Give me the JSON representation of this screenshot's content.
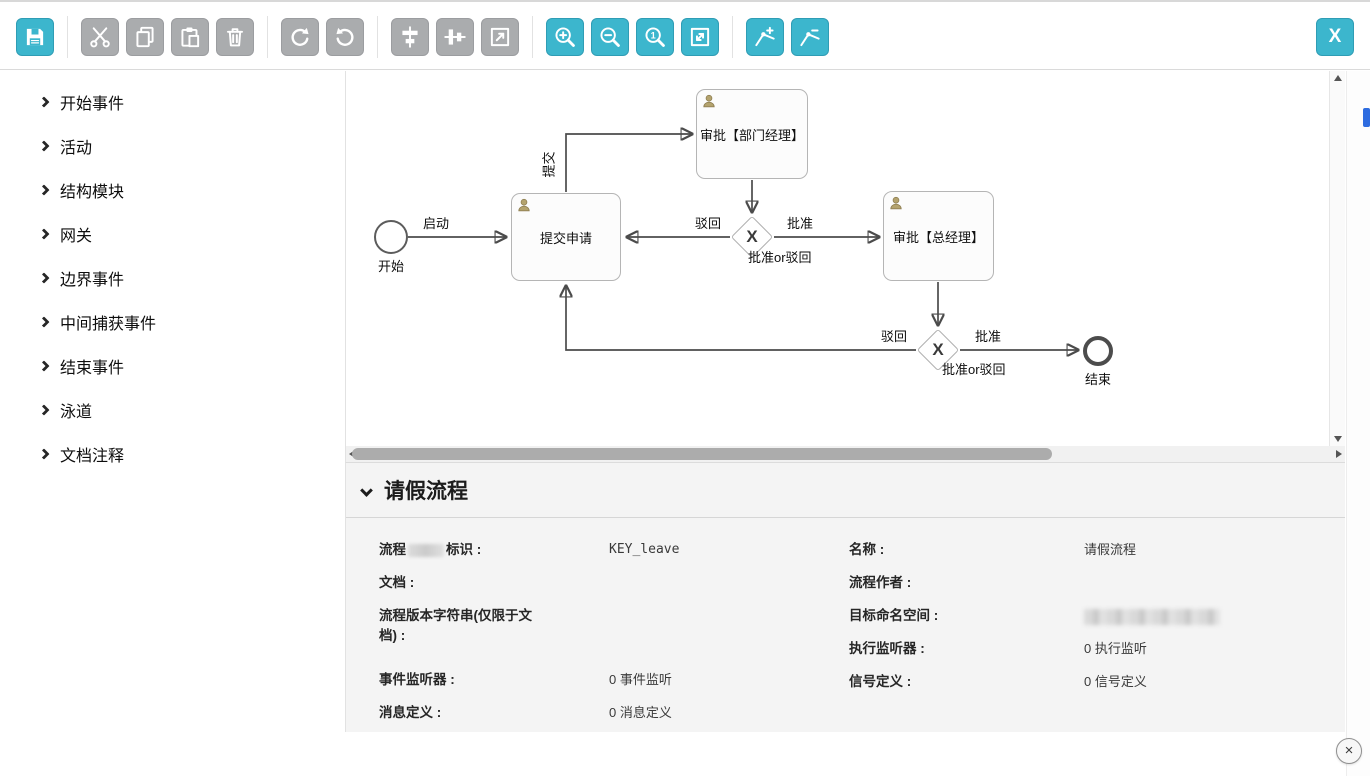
{
  "toolbar": {
    "buttons": [
      {
        "name": "save",
        "enabled": true
      },
      {
        "name": "cut",
        "enabled": false
      },
      {
        "name": "copy",
        "enabled": false
      },
      {
        "name": "paste",
        "enabled": false
      },
      {
        "name": "delete",
        "enabled": false
      },
      {
        "name": "redo",
        "enabled": false
      },
      {
        "name": "undo",
        "enabled": false
      },
      {
        "name": "align-vertical",
        "enabled": false
      },
      {
        "name": "align-horizontal",
        "enabled": false
      },
      {
        "name": "same-size",
        "enabled": false
      },
      {
        "name": "zoom-in",
        "enabled": true
      },
      {
        "name": "zoom-out",
        "enabled": true
      },
      {
        "name": "zoom-actual",
        "enabled": true
      },
      {
        "name": "zoom-fit",
        "enabled": true
      },
      {
        "name": "bendpoint-add",
        "enabled": true
      },
      {
        "name": "bendpoint-remove",
        "enabled": true
      }
    ],
    "xml_button_label": "X"
  },
  "palette": {
    "items": [
      "开始事件",
      "活动",
      "结构模块",
      "网关",
      "边界事件",
      "中间捕获事件",
      "结束事件",
      "泳道",
      "文档注释"
    ]
  },
  "diagram": {
    "start_event_label": "开始",
    "end_event_label": "结束",
    "tasks": [
      {
        "label": "提交申请"
      },
      {
        "label": "审批【部门经理】"
      },
      {
        "label": "审批【总经理】"
      }
    ],
    "gateways": [
      {
        "symbol": "X",
        "label": "批准or驳回"
      },
      {
        "symbol": "X",
        "label": "批准or驳回"
      }
    ],
    "edge_labels": {
      "start_to_submit": "启动",
      "submit_to_manager": "提交",
      "gw1_reject": "驳回",
      "gw1_approve": "批准",
      "gw2_reject": "驳回",
      "gw2_approve": "批准"
    }
  },
  "properties": {
    "title": "请假流程",
    "left": [
      {
        "label_a": "流程",
        "label_b": "标识 :",
        "value": "KEY_leave"
      },
      {
        "label": "文档 :",
        "value": ""
      },
      {
        "label": "流程版本字符串(仅限于文档) :",
        "value": ""
      },
      {
        "label": "事件监听器 :",
        "value": "0 事件监听"
      },
      {
        "label": "消息定义 :",
        "value": "0 消息定义"
      }
    ],
    "right": [
      {
        "label": "名称 :",
        "value": "请假流程"
      },
      {
        "label": "流程作者 :",
        "value": ""
      },
      {
        "label": "目标命名空间 :",
        "value": ""
      },
      {
        "label": "执行监听器 :",
        "value": "0 执行监听"
      },
      {
        "label": "信号定义 :",
        "value": "0 信号定义"
      }
    ]
  },
  "ui": {
    "close_symbol": "×"
  },
  "colors": {
    "accent": "#3cb6cd",
    "disabled": "#aaacae"
  }
}
